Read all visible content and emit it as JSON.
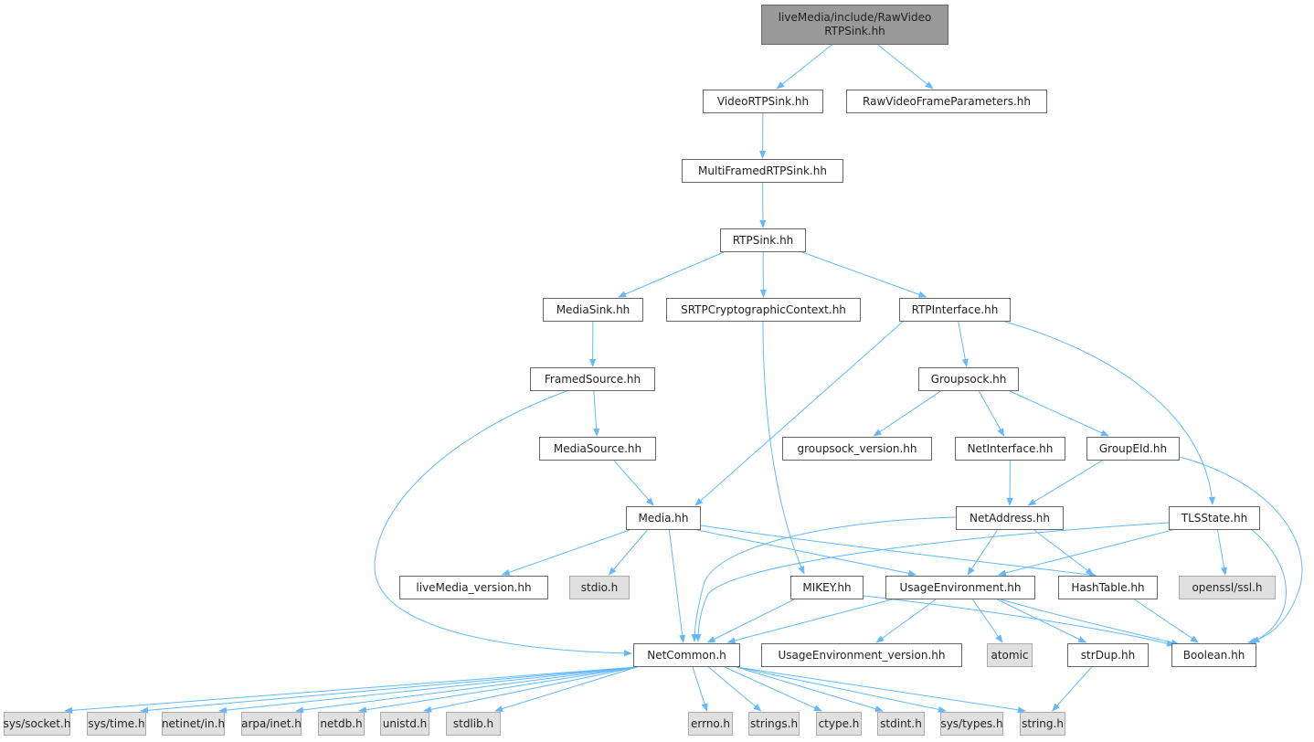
{
  "colors": {
    "edge": "#63b8ff",
    "root_fill": "#999999",
    "system_fill": "#e0e0e0",
    "node_border": "#666666"
  },
  "nodes": [
    {
      "id": "root",
      "label": "liveMedia/include/RawVideo\nRTPSink.hh",
      "kind": "root"
    },
    {
      "id": "VideoRTPSink",
      "label": "VideoRTPSink.hh",
      "kind": "file"
    },
    {
      "id": "RawVideoFrameParameters",
      "label": "RawVideoFrameParameters.hh",
      "kind": "file"
    },
    {
      "id": "MultiFramedRTPSink",
      "label": "MultiFramedRTPSink.hh",
      "kind": "file"
    },
    {
      "id": "RTPSink",
      "label": "RTPSink.hh",
      "kind": "file"
    },
    {
      "id": "MediaSink",
      "label": "MediaSink.hh",
      "kind": "file"
    },
    {
      "id": "SRTP",
      "label": "SRTPCryptographicContext.hh",
      "kind": "file"
    },
    {
      "id": "RTPInterface",
      "label": "RTPInterface.hh",
      "kind": "file"
    },
    {
      "id": "FramedSource",
      "label": "FramedSource.hh",
      "kind": "file"
    },
    {
      "id": "Groupsock",
      "label": "Groupsock.hh",
      "kind": "file"
    },
    {
      "id": "MediaSource",
      "label": "MediaSource.hh",
      "kind": "file"
    },
    {
      "id": "groupsock_version",
      "label": "groupsock_version.hh",
      "kind": "file"
    },
    {
      "id": "NetInterface",
      "label": "NetInterface.hh",
      "kind": "file"
    },
    {
      "id": "GroupEId",
      "label": "GroupEId.hh",
      "kind": "file"
    },
    {
      "id": "Media",
      "label": "Media.hh",
      "kind": "file"
    },
    {
      "id": "NetAddress",
      "label": "NetAddress.hh",
      "kind": "file"
    },
    {
      "id": "TLSState",
      "label": "TLSState.hh",
      "kind": "file"
    },
    {
      "id": "liveMedia_version",
      "label": "liveMedia_version.hh",
      "kind": "file"
    },
    {
      "id": "stdio",
      "label": "stdio.h",
      "kind": "system"
    },
    {
      "id": "MIKEY",
      "label": "MIKEY.hh",
      "kind": "file"
    },
    {
      "id": "UsageEnvironment",
      "label": "UsageEnvironment.hh",
      "kind": "file"
    },
    {
      "id": "HashTable",
      "label": "HashTable.hh",
      "kind": "file"
    },
    {
      "id": "openssl",
      "label": "openssl/ssl.h",
      "kind": "system"
    },
    {
      "id": "NetCommon",
      "label": "NetCommon.h",
      "kind": "file"
    },
    {
      "id": "UsageEnvironment_version",
      "label": "UsageEnvironment_version.hh",
      "kind": "file"
    },
    {
      "id": "atomic",
      "label": "atomic",
      "kind": "system"
    },
    {
      "id": "strDup",
      "label": "strDup.hh",
      "kind": "file"
    },
    {
      "id": "Boolean",
      "label": "Boolean.hh",
      "kind": "file"
    },
    {
      "id": "sys_socket",
      "label": "sys/socket.h",
      "kind": "system"
    },
    {
      "id": "sys_time",
      "label": "sys/time.h",
      "kind": "system"
    },
    {
      "id": "netinet_in",
      "label": "netinet/in.h",
      "kind": "system"
    },
    {
      "id": "arpa_inet",
      "label": "arpa/inet.h",
      "kind": "system"
    },
    {
      "id": "netdb",
      "label": "netdb.h",
      "kind": "system"
    },
    {
      "id": "unistd",
      "label": "unistd.h",
      "kind": "system"
    },
    {
      "id": "stdlib",
      "label": "stdlib.h",
      "kind": "system"
    },
    {
      "id": "errno",
      "label": "errno.h",
      "kind": "system"
    },
    {
      "id": "strings",
      "label": "strings.h",
      "kind": "system"
    },
    {
      "id": "ctype",
      "label": "ctype.h",
      "kind": "system"
    },
    {
      "id": "stdint",
      "label": "stdint.h",
      "kind": "system"
    },
    {
      "id": "sys_types",
      "label": "sys/types.h",
      "kind": "system"
    },
    {
      "id": "string",
      "label": "string.h",
      "kind": "system"
    }
  ],
  "edges": [
    [
      "root",
      "VideoRTPSink"
    ],
    [
      "root",
      "RawVideoFrameParameters"
    ],
    [
      "VideoRTPSink",
      "MultiFramedRTPSink"
    ],
    [
      "MultiFramedRTPSink",
      "RTPSink"
    ],
    [
      "RTPSink",
      "MediaSink"
    ],
    [
      "RTPSink",
      "SRTP"
    ],
    [
      "RTPSink",
      "RTPInterface"
    ],
    [
      "MediaSink",
      "FramedSource"
    ],
    [
      "FramedSource",
      "MediaSource"
    ],
    [
      "FramedSource",
      "NetCommon"
    ],
    [
      "SRTP",
      "MIKEY"
    ],
    [
      "RTPInterface",
      "Media"
    ],
    [
      "RTPInterface",
      "Groupsock"
    ],
    [
      "RTPInterface",
      "TLSState"
    ],
    [
      "Groupsock",
      "groupsock_version"
    ],
    [
      "Groupsock",
      "NetInterface"
    ],
    [
      "Groupsock",
      "GroupEId"
    ],
    [
      "MediaSource",
      "Media"
    ],
    [
      "NetInterface",
      "NetAddress"
    ],
    [
      "GroupEId",
      "NetAddress"
    ],
    [
      "GroupEId",
      "Boolean"
    ],
    [
      "Media",
      "liveMedia_version"
    ],
    [
      "Media",
      "stdio"
    ],
    [
      "Media",
      "NetCommon"
    ],
    [
      "Media",
      "UsageEnvironment"
    ],
    [
      "Media",
      "HashTable"
    ],
    [
      "NetAddress",
      "NetCommon"
    ],
    [
      "NetAddress",
      "UsageEnvironment"
    ],
    [
      "NetAddress",
      "HashTable"
    ],
    [
      "TLSState",
      "NetCommon"
    ],
    [
      "TLSState",
      "UsageEnvironment"
    ],
    [
      "TLSState",
      "openssl"
    ],
    [
      "TLSState",
      "Boolean"
    ],
    [
      "MIKEY",
      "NetCommon"
    ],
    [
      "MIKEY",
      "Boolean"
    ],
    [
      "UsageEnvironment",
      "NetCommon"
    ],
    [
      "UsageEnvironment",
      "UsageEnvironment_version"
    ],
    [
      "UsageEnvironment",
      "atomic"
    ],
    [
      "UsageEnvironment",
      "strDup"
    ],
    [
      "UsageEnvironment",
      "Boolean"
    ],
    [
      "HashTable",
      "Boolean"
    ],
    [
      "strDup",
      "string"
    ],
    [
      "NetCommon",
      "sys_socket"
    ],
    [
      "NetCommon",
      "sys_time"
    ],
    [
      "NetCommon",
      "netinet_in"
    ],
    [
      "NetCommon",
      "arpa_inet"
    ],
    [
      "NetCommon",
      "netdb"
    ],
    [
      "NetCommon",
      "unistd"
    ],
    [
      "NetCommon",
      "stdlib"
    ],
    [
      "NetCommon",
      "errno"
    ],
    [
      "NetCommon",
      "strings"
    ],
    [
      "NetCommon",
      "ctype"
    ],
    [
      "NetCommon",
      "stdint"
    ],
    [
      "NetCommon",
      "sys_types"
    ],
    [
      "NetCommon",
      "string"
    ]
  ]
}
